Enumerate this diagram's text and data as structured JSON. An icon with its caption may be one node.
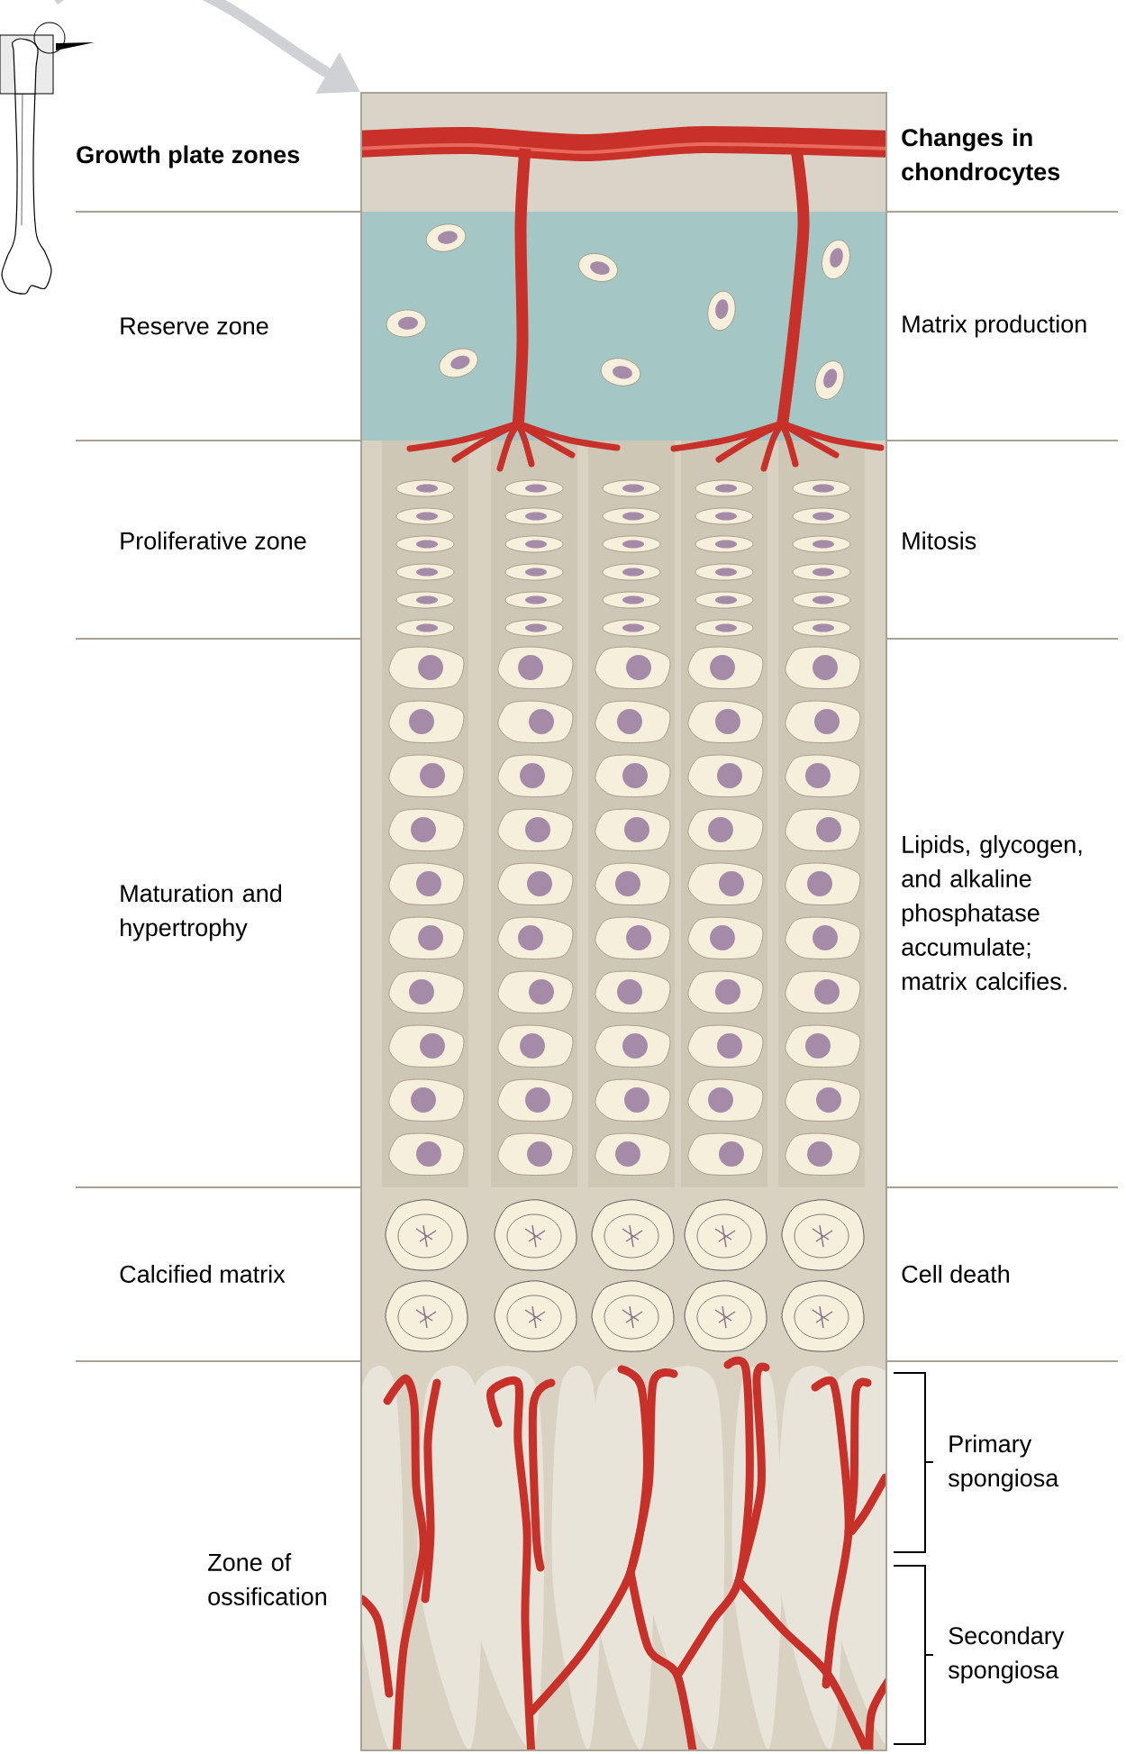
{
  "diagram": {
    "nodes": [
      {
        "text": [],
        "shape": "picture"
      },
      {
        "text": [],
        "shape": "picture"
      }
    ],
    "edges": [
      {
        "from": 0,
        "to": 1,
        "arrow": "to"
      }
    ],
    "labels": [
      "Growth plate zones",
      "Changes in chondrocytes",
      "Reserve zone",
      "Matrix production",
      "Proliferative zone",
      "Mitosis",
      "Maturation and hypertrophy",
      "Lipids, glycogen, and alkaline phosphatase accumulate; matrix calcifies.",
      "Calcified matrix",
      "Cell death",
      "Zone of ossification",
      "Primary spongiosa",
      "Secondary spongiosa"
    ]
  }
}
